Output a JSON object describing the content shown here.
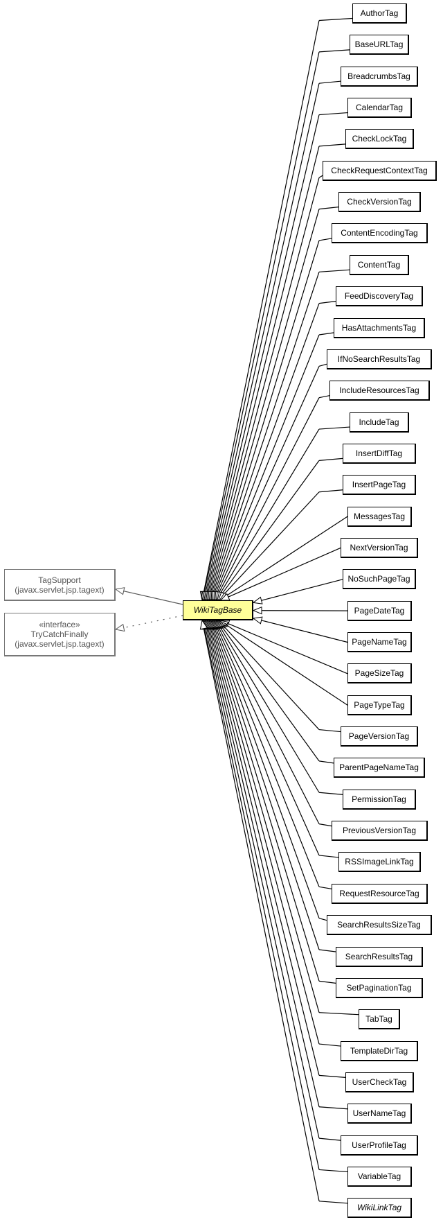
{
  "diagram": {
    "base_class": {
      "name": "WikiTagBase",
      "abstract": true,
      "fill": "#ffff99"
    },
    "parents": [
      {
        "lines": [
          "TagSupport",
          "(javax.servlet.jsp.tagext)"
        ],
        "relation": "extends"
      },
      {
        "lines": [
          "«interface»",
          "TryCatchFinally",
          "(javax.servlet.jsp.tagext)"
        ],
        "relation": "implements"
      }
    ],
    "subclasses": [
      {
        "name": "AuthorTag"
      },
      {
        "name": "BaseURLTag"
      },
      {
        "name": "BreadcrumbsTag"
      },
      {
        "name": "CalendarTag"
      },
      {
        "name": "CheckLockTag"
      },
      {
        "name": "CheckRequestContextTag"
      },
      {
        "name": "CheckVersionTag"
      },
      {
        "name": "ContentEncodingTag"
      },
      {
        "name": "ContentTag"
      },
      {
        "name": "FeedDiscoveryTag"
      },
      {
        "name": "HasAttachmentsTag"
      },
      {
        "name": "IfNoSearchResultsTag"
      },
      {
        "name": "IncludeResourcesTag"
      },
      {
        "name": "IncludeTag"
      },
      {
        "name": "InsertDiffTag"
      },
      {
        "name": "InsertPageTag"
      },
      {
        "name": "MessagesTag"
      },
      {
        "name": "NextVersionTag"
      },
      {
        "name": "NoSuchPageTag"
      },
      {
        "name": "PageDateTag"
      },
      {
        "name": "PageNameTag"
      },
      {
        "name": "PageSizeTag"
      },
      {
        "name": "PageTypeTag"
      },
      {
        "name": "PageVersionTag"
      },
      {
        "name": "ParentPageNameTag"
      },
      {
        "name": "PermissionTag"
      },
      {
        "name": "PreviousVersionTag"
      },
      {
        "name": "RSSImageLinkTag"
      },
      {
        "name": "RequestResourceTag"
      },
      {
        "name": "SearchResultsSizeTag"
      },
      {
        "name": "SearchResultsTag"
      },
      {
        "name": "SetPaginationTag"
      },
      {
        "name": "TabTag"
      },
      {
        "name": "TemplateDirTag"
      },
      {
        "name": "UserCheckTag"
      },
      {
        "name": "UserNameTag"
      },
      {
        "name": "UserProfileTag"
      },
      {
        "name": "VariableTag"
      },
      {
        "name": "WikiLinkTag",
        "abstract": true
      }
    ]
  }
}
